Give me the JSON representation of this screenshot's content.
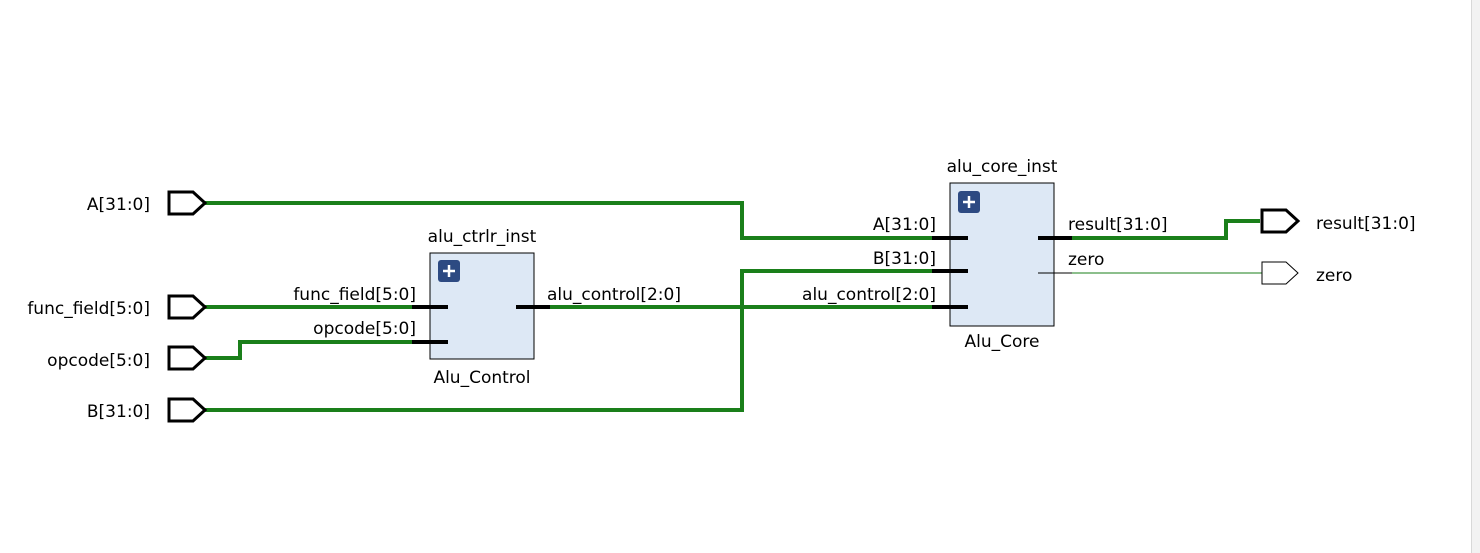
{
  "ports_in": [
    {
      "id": "A",
      "label": "A[31:0]"
    },
    {
      "id": "func_field",
      "label": "func_field[5:0]"
    },
    {
      "id": "opcode",
      "label": "opcode[5:0]"
    },
    {
      "id": "B",
      "label": "B[31:0]"
    }
  ],
  "ports_out": [
    {
      "id": "result",
      "label": "result[31:0]"
    },
    {
      "id": "zero",
      "label": "zero"
    }
  ],
  "alu_ctrlr": {
    "instance": "alu_ctrlr_inst",
    "module": "Alu_Control",
    "in_pins": [
      "func_field[5:0]",
      "opcode[5:0]"
    ],
    "out_pins": [
      "alu_control[2:0]"
    ]
  },
  "alu_core": {
    "instance": "alu_core_inst",
    "module": "Alu_Core",
    "in_pins": [
      "A[31:0]",
      "B[31:0]",
      "alu_control[2:0]"
    ],
    "out_pins": [
      "result[31:0]",
      "zero"
    ]
  },
  "colors": {
    "wire": "#1a7f1a",
    "block_fill": "#dde8f5",
    "expand_button": "#2d4a82"
  }
}
